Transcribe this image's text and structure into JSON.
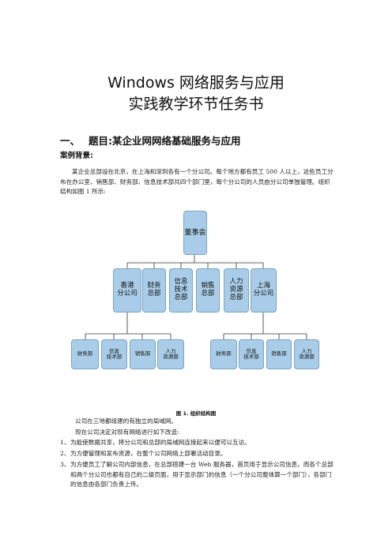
{
  "doc": {
    "title_line1": "Windows 网络服务与应用",
    "title_line2": "实践教学环节任务书",
    "section_number": "一、",
    "section_title": "题目:某企业网网络基础服务与应用",
    "case_heading": "案例背景:",
    "intro": "某企业总部设在北京，在上海和深圳各有一个分公司。每个地方都有员工 500 人以上，这些员工分布在办公室、销售部、财务部、信息技术部共四个部门里，每个分公司的人员由分公司单独管理。组织结构如图 1 所示:",
    "figure_caption": "图 1. 组织结构图",
    "line1": "公司在三地都组建的有独立的局域网。",
    "line2": "现在公司决定对现有网络进行如下改造:",
    "items": [
      {
        "num": "1、",
        "text": "为能使数据共享，将分公司和总部的局域网连接起来以便可以互访。"
      },
      {
        "num": "2、",
        "text": "为方便管理和发布资源，在整个公司网络上部署活动目录。"
      },
      {
        "num": "3、",
        "text": "为方便员工了解公司内部信息，在总部搭建一台 Web 服务器，首页用于显示公司信息，而各个总部和两个分公司也都有自己的二级页面，用于显示部门的信息（一个分公司整体算一个部门），各部门的信息由各部门负责上传。"
      }
    ]
  },
  "org": {
    "root": "董事会",
    "level1": [
      "香港\n分公司",
      "财务\n总部",
      "信息\n技术\n总部",
      "销售\n总部",
      "人力\n资源\n总部",
      "上海\n分公司"
    ],
    "left_children": [
      "财务部",
      "信息\n技术部",
      "销售部",
      "人力\n资源部"
    ],
    "right_children": [
      "财务部",
      "信息\n技术部",
      "销售部",
      "人力\n资源部"
    ],
    "colors": {
      "box_fill": "#a9cde8",
      "box_border": "#7aa3c2",
      "connector": "#333333"
    }
  }
}
